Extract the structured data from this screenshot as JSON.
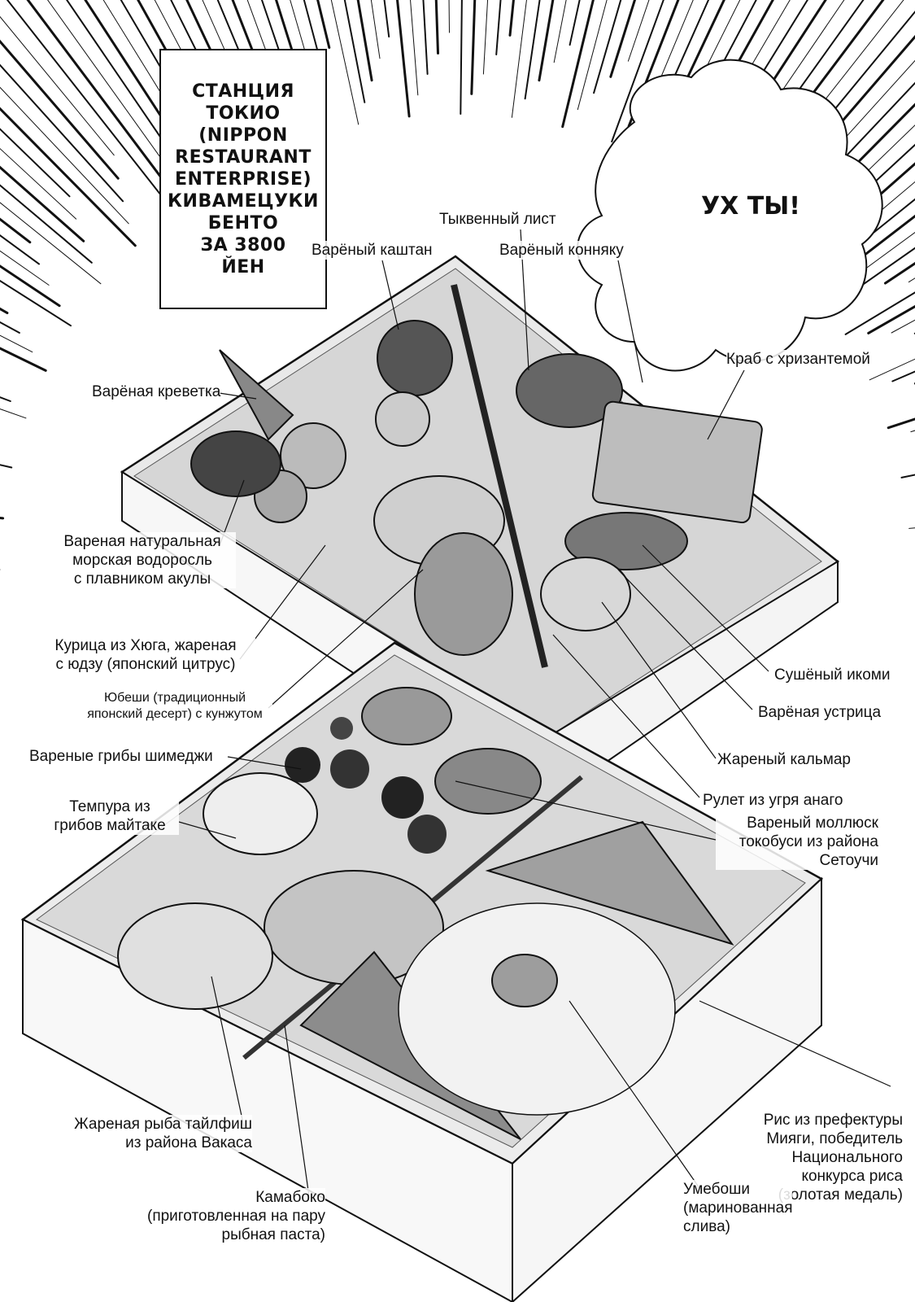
{
  "caption": "СТАНЦИЯ\nТОКИО\n(NIPPON\nRESTAURANT\nENTERPRISE)\nКИВАМЕЦУКИ\nБЕНТО\nЗА 3800\nЙЕН",
  "exclamation": "УХ ТЫ!",
  "labels": {
    "pumpkin_leaf": "Тыквенный лист",
    "chestnut": "Варёный каштан",
    "konjac": "Варёный конняку",
    "crab": "Краб с хризантемой",
    "shrimp": "Варёная креветка",
    "seaweed": "Вареная натуральная\nморская водоросль\nс плавником акулы",
    "chicken": "Курица из Хюга, жареная\nс юдзу (японский цитрус)",
    "yubeshi": "Юбеши (традиционный\nяпонский десерт) с кунжутом",
    "ikomi": "Сушёный икоми",
    "oyster": "Варёная устрица",
    "squid": "Жареный кальмар",
    "shimeji": "Вареные грибы шимеджи",
    "anago": "Рулет из угря анаго",
    "tokobushi": "Вареный моллюск\nтокобуси из района\nСетоучи",
    "maitake": "Темпура из\nгрибов майтаке",
    "tilefish": "Жареная рыба тайлфиш\nиз района Вакаса",
    "rice": "Рис из префектуры\nМияги, победитель\nНационального\nконкурса риса\n(золотая медаль)",
    "kamaboko": "Камабоко\n(приготовленная на пару\nрыбная паста)",
    "umeboshi": "Умебоши\n(маринованная\nслива)"
  }
}
